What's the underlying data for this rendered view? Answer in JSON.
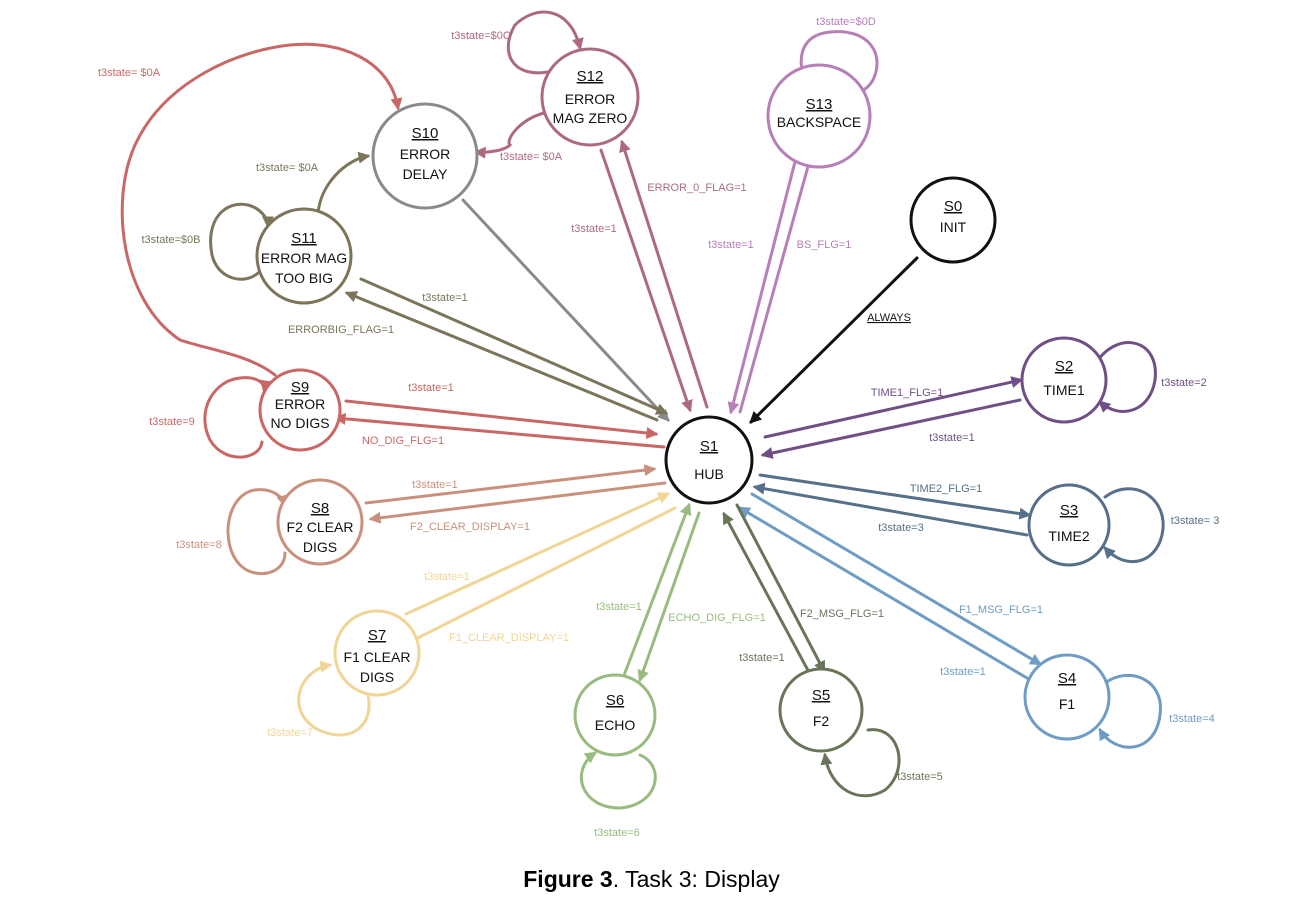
{
  "caption": {
    "bold": "Figure 3",
    "rest": ". Task 3: Display"
  },
  "states": {
    "s0": {
      "id": "S0",
      "lines": [
        "INIT"
      ],
      "color": "#111111"
    },
    "s1": {
      "id": "S1",
      "lines": [
        "HUB"
      ],
      "color": "#111111"
    },
    "s2": {
      "id": "S2",
      "lines": [
        "TIME1"
      ],
      "color": "#6f4f86"
    },
    "s3": {
      "id": "S3",
      "lines": [
        "TIME2"
      ],
      "color": "#56708a"
    },
    "s4": {
      "id": "S4",
      "lines": [
        "F1"
      ],
      "color": "#6e9cc4"
    },
    "s5": {
      "id": "S5",
      "lines": [
        "F2"
      ],
      "color": "#687558"
    },
    "s6": {
      "id": "S6",
      "lines": [
        "ECHO"
      ],
      "color": "#98bb7f"
    },
    "s7": {
      "id": "S7",
      "lines": [
        "F1 CLEAR",
        "DIGS"
      ],
      "color": "#f0d596"
    },
    "s8": {
      "id": "S8",
      "lines": [
        "F2 CLEAR",
        "DIGS"
      ],
      "color": "#c9917d"
    },
    "s9": {
      "id": "S9",
      "lines": [
        "ERROR",
        "NO DIGS"
      ],
      "color": "#c96767"
    },
    "s10": {
      "id": "S10",
      "lines": [
        "ERROR",
        "DELAY"
      ],
      "color": "#8a8a8a"
    },
    "s11": {
      "id": "S11",
      "lines": [
        "ERROR MAG",
        "TOO BIG"
      ],
      "color": "#7c7559"
    },
    "s12": {
      "id": "S12",
      "lines": [
        "ERROR",
        "MAG ZERO"
      ],
      "color": "#ad6a7e"
    },
    "s13": {
      "id": "S13",
      "lines": [
        "BACKSPACE"
      ],
      "color": "#b67fb8"
    }
  },
  "transitions": {
    "s0_to_s1": "ALWAYS",
    "s1_to_s2": "TIME1_FLG=1",
    "s2_to_s1": "t3state=1",
    "s2_self": "t3state=2",
    "s1_to_s3": "TIME2_FLG=1",
    "s3_to_s1": "t3state=3",
    "s3_self": "t3state= 3",
    "s1_to_s4": "F1_MSG_FLG=1",
    "s4_to_s1": "t3state=1",
    "s4_self": "t3state=4",
    "s1_to_s5": "F2_MSG_FLG=1",
    "s5_to_s1": "t3state=1",
    "s5_self": "t3state=5",
    "s1_to_s6": "ECHO_DIG_FLG=1",
    "s6_to_s1": "t3state=1",
    "s6_self": "t3state=6",
    "s1_to_s7": "F1_CLEAR_DISPLAY=1",
    "s7_to_s1": "t3state=1",
    "s7_self": "t3state=7",
    "s1_to_s8": "F2_CLEAR_DISPLAY=1",
    "s8_to_s1": "t3state=1",
    "s8_self": "t3state=8",
    "s1_to_s9": "NO_DIG_FLG=1",
    "s9_to_s1": "t3state=1",
    "s9_self": "t3state=9",
    "s9_to_s10": "t3state= $0A",
    "s1_to_s11": "ERRORBIG_FLAG=1",
    "s11_to_s1": "t3state=1",
    "s11_self": "t3state=$0B",
    "s11_to_s10": "t3state= $0A",
    "s1_to_s12": "ERROR_0_FLAG=1",
    "s12_to_s1": "t3state=1",
    "s12_self": "t3state=$0C",
    "s12_to_s10": "t3state= $0A",
    "s1_to_s13": "BS_FLG=1",
    "s13_to_s1": "t3state=1",
    "s13_self": "t3state=$0D"
  }
}
